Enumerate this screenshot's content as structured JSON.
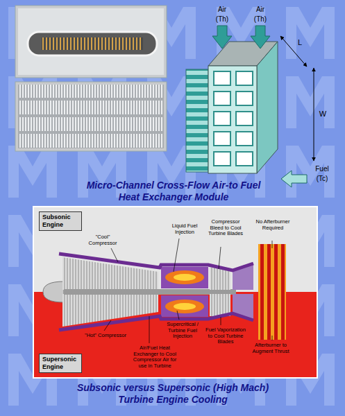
{
  "diagram": {
    "nodes": [
      {
        "text": [
          "Subsonic Engine"
        ]
      },
      {
        "text": [
          "Supersonic Engine"
        ]
      }
    ],
    "labels": [
      "Air",
      "(Th)",
      "Air",
      "(Th)",
      "L",
      "W",
      "Fuel",
      "(Tc)",
      "Micro-Channel Cross-Flow Air-to Fuel Heat Exchanger Module",
      "\"Cool\" Compressor",
      "Liquid Fuel Injection",
      "Compressor Bleed to Cool Turbine Blades",
      "No Afterburner Required",
      "\"Hot\" Compressor",
      "Supercritical / Turbine Fuel Injection",
      "Air/Fuel Heat Exchanger to Cool Compressor Air for use in Turbine",
      "Fuel Vaporization to Cool Turbine Blades",
      "Afterburner to Augment Thrust",
      "Subsonic versus Supersonic (High Mach) Turbine Engine Cooling"
    ]
  }
}
